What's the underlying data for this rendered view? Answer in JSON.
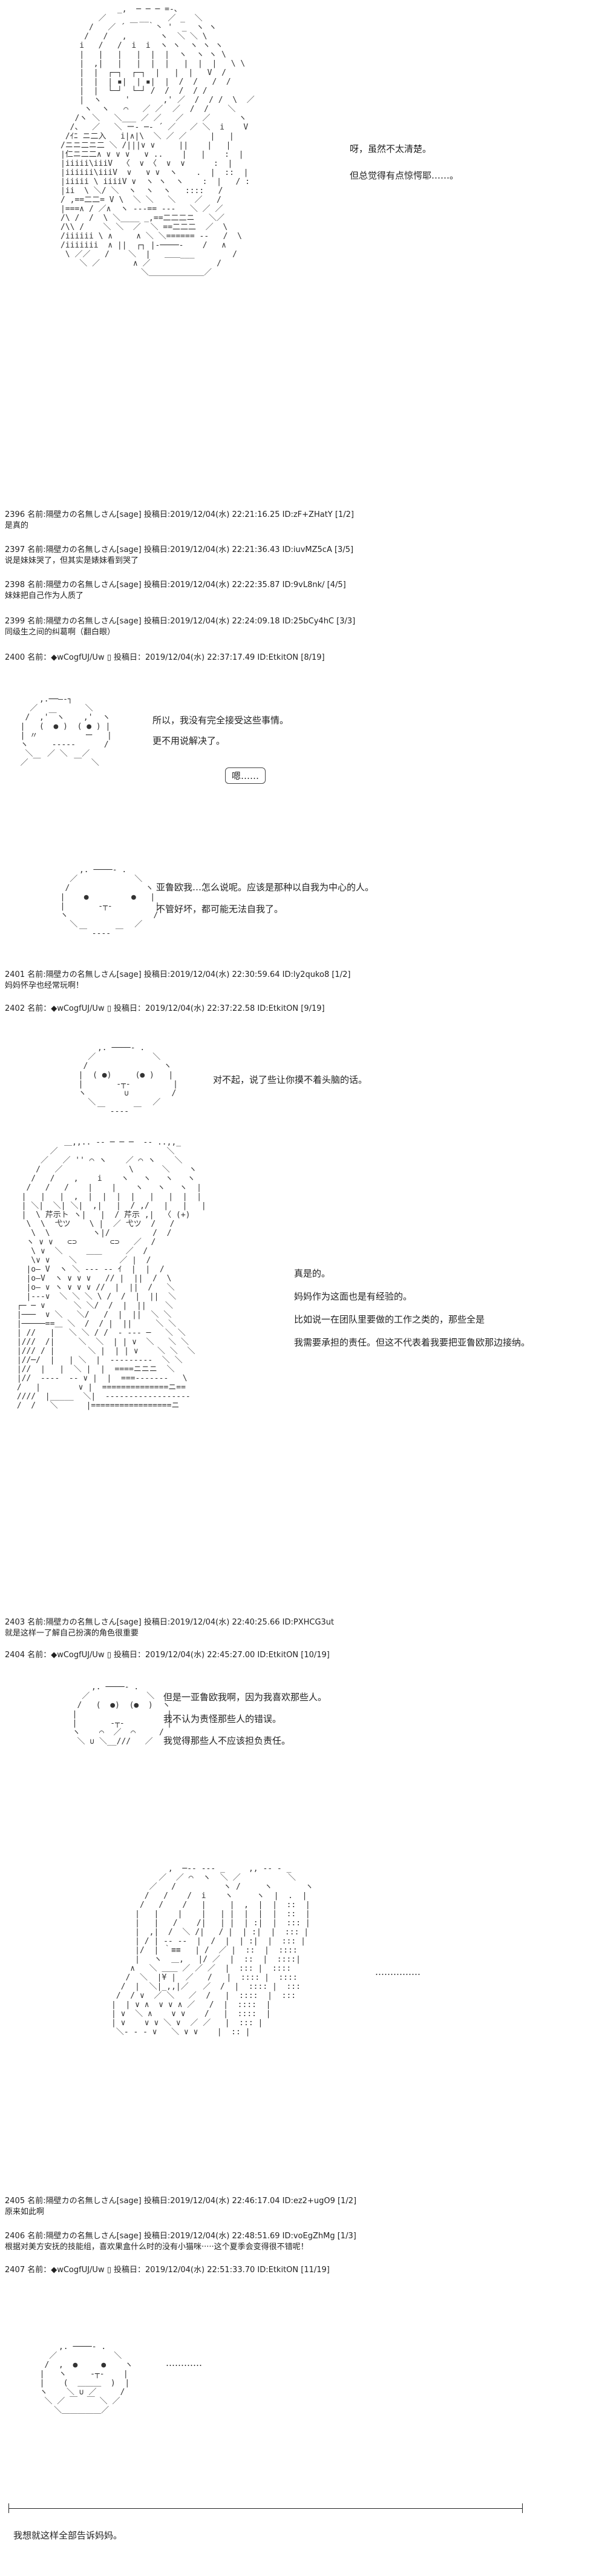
{
  "posts": [
    {
      "header": "2396 名前:隔壁カの名無しさん[sage] 投稿日:2019/12/04(水) 22:21:16.25 ID:zF+ZHatY [1/2]",
      "body": [
        "是真的"
      ]
    },
    {
      "header": "2397 名前:隔壁カの名無しさん[sage] 投稿日:2019/12/04(水) 22:21:36.43 ID:iuvMZ5cA [3/5]",
      "body": [
        "说是妹妹哭了，但其实是婊妹看到哭了"
      ]
    },
    {
      "header": "2398 名前:隔壁カの名無しさん[sage] 投稿日:2019/12/04(水) 22:22:35.87 ID:9vL8nk/ [4/5]",
      "body": [
        "妹妹把自己作为人质了"
      ]
    },
    {
      "header": "2399 名前:隔壁カの名無しさん[sage] 投稿日:2019/12/04(水) 22:24:09.18 ID:25bCy4hC [3/3]",
      "body": [
        "同级生之间的纠葛啊（翻白眼）"
      ]
    },
    {
      "header": "2400 名前：◆wCogfUJ/Uw ▯ 投稿日：2019/12/04(水) 22:37:17.49 ID:EtkitON [8/19]",
      "body": []
    },
    {
      "header": "2401 名前:隔壁カの名無しさん[sage] 投稿日:2019/12/04(水) 22:30:59.64 ID:ly2quko8 [1/2]",
      "body": [
        "妈妈怀孕也经常玩啊！"
      ]
    },
    {
      "header": "2402 名前：◆wCogfUJ/Uw ▯ 投稿日：2019/12/04(水) 22:37:22.58 ID:EtkitON [9/19]",
      "body": []
    },
    {
      "header": "2403 名前:隔壁カの名無しさん[sage] 投稿日:2019/12/04(水) 22:40:25.66 ID:PXHCG3ut",
      "body": [
        "就是这样一了解自己扮演的角色很重要"
      ]
    },
    {
      "header": "2404 名前：◆wCogfUJ/Uw ▯ 投稿日：2019/12/04(水) 22:45:27.00 ID:EtkitON [10/19]",
      "body": []
    },
    {
      "header": "2405 名前:隔壁カの名無しさん[sage] 投稿日:2019/12/04(水) 22:46:17.04 ID:ez2+ugO9 [1/2]",
      "body": [
        "原来如此啊"
      ]
    },
    {
      "header": "2406 名前:隔壁カの名無しさん[sage] 投稿日:2019/12/04(水) 22:48:51.69 ID:voEgZhMg [1/3]",
      "body": [
        "根据对美方安抚的技能组，喜欢果盒什么时的没有小猫咪·····这个夏季会变得很不错呢！"
      ]
    },
    {
      "header": "2407 名前：◆wCogfUJ/Uw ▯ 投稿日：2019/12/04(水) 22:51:33.70 ID:EtkitON [11/19]",
      "body": []
    }
  ],
  "dialogs": {
    "d1": [
      "呀，虽然不太清楚。",
      "但总觉得有点惊愕耶……。"
    ],
    "d2": [
      "所以，我没有完全接受这些事情。",
      "更不用说解决了。"
    ],
    "d2_bubble": "嗯……",
    "d3": [
      "亚鲁欧我…怎么说呢。应该是那种以自我为中心的人。",
      "不管好坏，都可能无法自我了。"
    ],
    "d4": [
      "对不起，说了些让你摸不着头脑的话。"
    ],
    "d5": [
      "真是的。",
      "妈妈作为这面也是有经验的。",
      "比如说一在团队里要做的工作之类的，那些全是",
      "我需要承担的责任。但这不代表着我要把亚鲁欧那边接纳。"
    ],
    "d6": [
      "但是一亚鲁欧我啊，因为我喜欢那些人。",
      "我不认为责怪那些人的错误。",
      "我觉得那些人不应该担负责任。"
    ],
    "d7": [
      "……………"
    ],
    "d8": [
      "…………"
    ],
    "final": "我想就这样全部告诉妈妈。"
  }
}
